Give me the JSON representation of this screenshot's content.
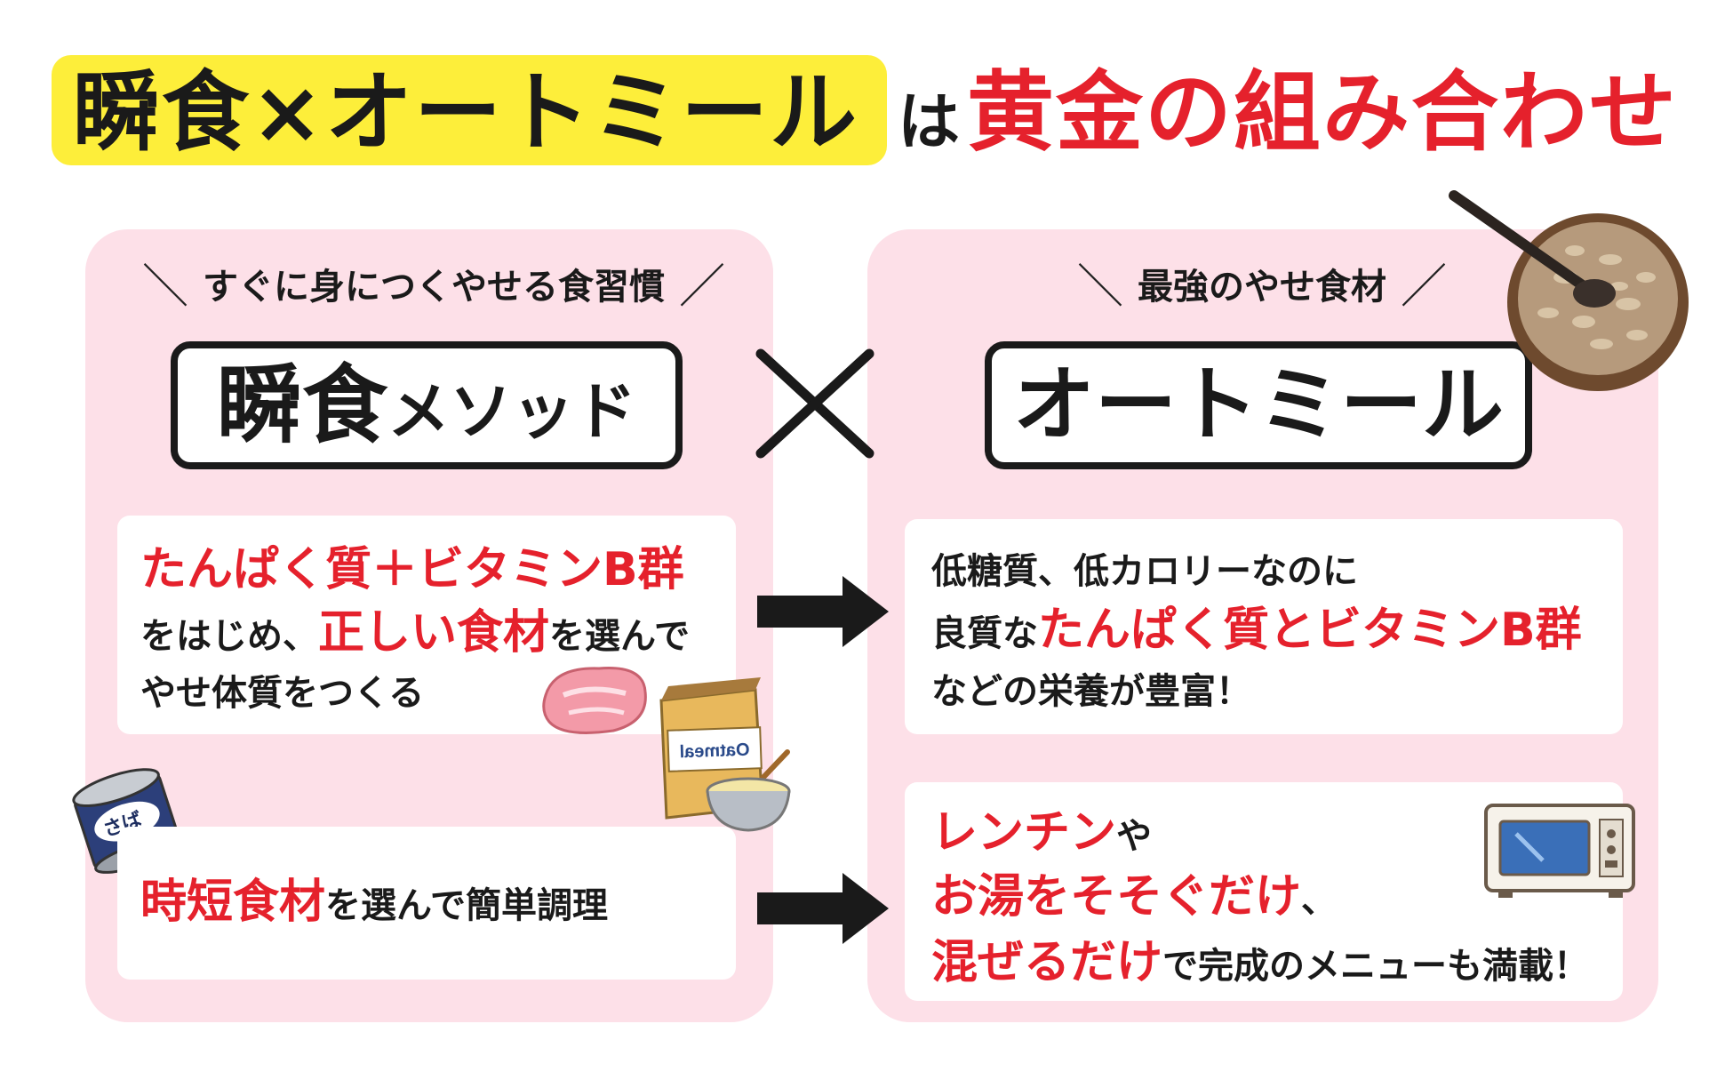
{
  "title": {
    "highlight": "瞬食×オートミール",
    "connector": "は",
    "emphasis": "黄金の組み合わせ"
  },
  "left": {
    "tagline": "すぐに身につくやせる食習慣",
    "box_title_big": "瞬食",
    "box_title_small": "メソッド",
    "card1": {
      "line1_red": "たんぱく質＋ビタミンB群",
      "line2_a": "をはじめ、",
      "line2_red": "正しい食材",
      "line2_b": "を選んで",
      "line3": "やせ体質をつくる"
    },
    "card2": {
      "red": "時短食材",
      "rest": "を選んで簡単調理"
    },
    "can_label": "さば",
    "box_label": "Oatmeal"
  },
  "cross_symbol": "×",
  "right": {
    "tagline": "最強のやせ食材",
    "box_title": "オートミール",
    "card1": {
      "line1": "低糖質、低カロリーなのに",
      "line2_a": "良質な",
      "line2_red": "たんぱく質とビタミンB群",
      "line3": "などの栄養が豊富！"
    },
    "card2": {
      "line1_red": "レンチン",
      "line1_b": "や",
      "line2_red": "お湯をそそぐだけ",
      "line2_b": "、",
      "line3_red": "混ぜるだけ",
      "line3_b": "で完成のメニューも満載！"
    }
  },
  "colors": {
    "accent_red": "#e5212c",
    "highlight_yellow": "#fdee3a",
    "panel_pink": "#fde0e8"
  }
}
